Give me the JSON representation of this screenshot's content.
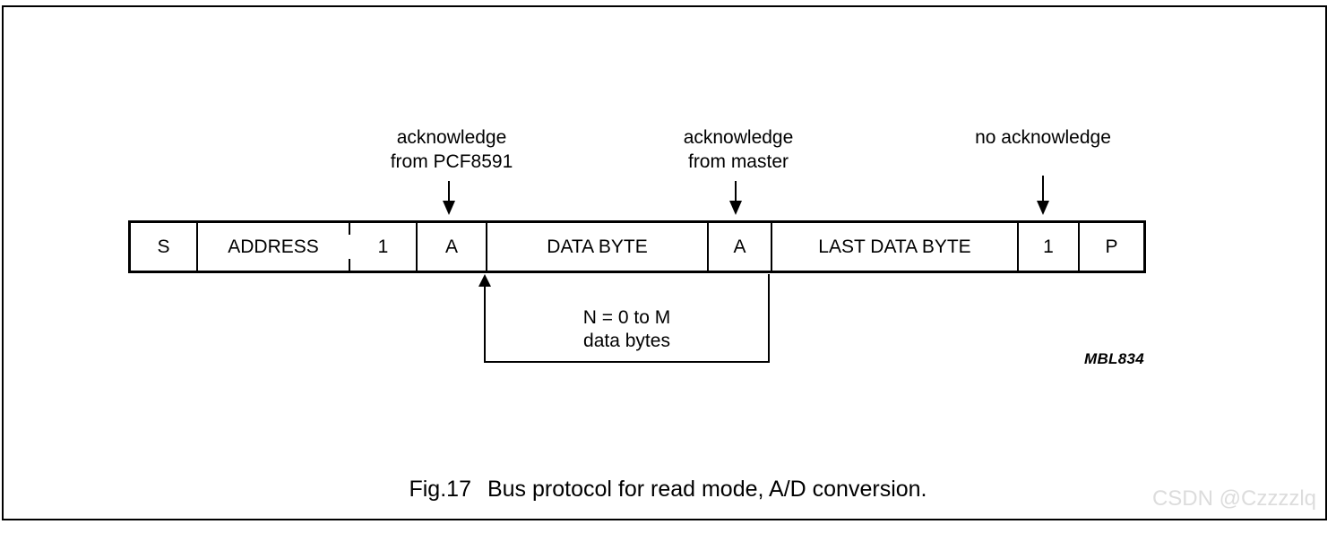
{
  "figure": {
    "caption_label": "Fig.17",
    "caption_text": "Bus protocol for read mode, A/D conversion.",
    "drawing_code": "MBL834"
  },
  "protocol_frame": {
    "fields": [
      {
        "id": "start",
        "label": "S"
      },
      {
        "id": "address",
        "label": "ADDRESS"
      },
      {
        "id": "read-bit",
        "label": "1"
      },
      {
        "id": "ack-slave",
        "label": "A"
      },
      {
        "id": "data-byte",
        "label": "DATA BYTE"
      },
      {
        "id": "ack-master",
        "label": "A"
      },
      {
        "id": "last-data-byte",
        "label": "LAST DATA BYTE"
      },
      {
        "id": "no-ack-bit",
        "label": "1"
      },
      {
        "id": "stop",
        "label": "P"
      }
    ]
  },
  "callouts": [
    {
      "id": "ack-from-pcf8591",
      "line1": "acknowledge",
      "line2": "from PCF8591"
    },
    {
      "id": "ack-from-master",
      "line1": "acknowledge",
      "line2": "from master"
    },
    {
      "id": "no-acknowledge",
      "line1": "no acknowledge",
      "line2": ""
    }
  ],
  "bracket": {
    "line1": "N = 0 to M",
    "line2": "data bytes"
  },
  "watermark": {
    "text": "CSDN @Czzzzlq"
  },
  "colors": {
    "ink": "#000000",
    "paper": "#ffffff",
    "watermark": "#dcdcdc"
  }
}
